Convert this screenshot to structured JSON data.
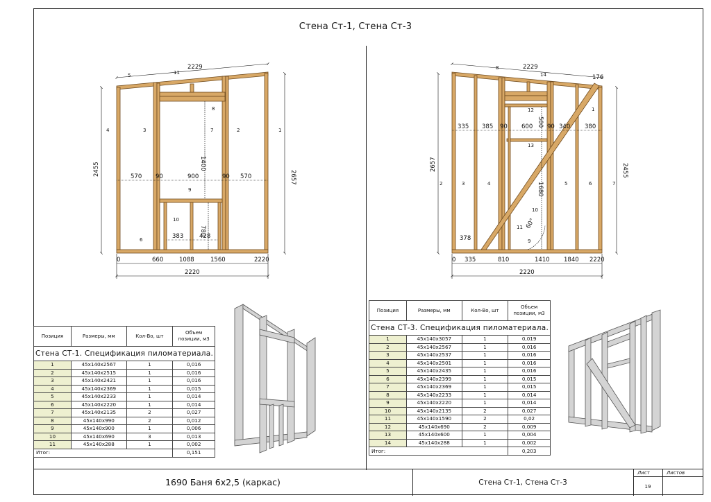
{
  "sheet_title": "Стена Ст-1, Стена Ст-3",
  "left_drawing": {
    "top_width": "2229",
    "heights": {
      "left": "2455",
      "right": "2657",
      "opening_full": "1400",
      "opening_lower": "780"
    },
    "horizontal": [
      "570",
      "90",
      "900",
      "90",
      "570"
    ],
    "lower_spacing": [
      "383",
      "428"
    ],
    "positions": [
      "0",
      "660",
      "1088",
      "1560",
      "2220"
    ],
    "overall": "2220",
    "labels": [
      "1",
      "2",
      "3",
      "4",
      "5",
      "6",
      "7",
      "8",
      "9",
      "10",
      "11"
    ]
  },
  "right_drawing": {
    "top_width": "2229",
    "top_right": "176",
    "heights": {
      "left": "2657",
      "right": "2455",
      "window": "500",
      "door": "1680",
      "brace_bottom": "378"
    },
    "horizontal": [
      "335",
      "385",
      "90",
      "600",
      "90",
      "340",
      "380"
    ],
    "positions": [
      "0",
      "335",
      "810",
      "1410",
      "1840",
      "2220"
    ],
    "overall": "2220",
    "angle": "60°",
    "labels": [
      "1",
      "2",
      "3",
      "4",
      "5",
      "6",
      "7",
      "8",
      "9",
      "10",
      "11",
      "12",
      "13",
      "14"
    ]
  },
  "spec_left": {
    "caption": "Стена СТ-1. Спецификация пиломатериала.",
    "headers": [
      "Позиция",
      "Размеры, мм",
      "Кол-Во, шт",
      "Объем позиции, м3"
    ],
    "rows": [
      [
        "1",
        "45х140х2567",
        "1",
        "0,016"
      ],
      [
        "2",
        "45х140х2515",
        "1",
        "0,016"
      ],
      [
        "3",
        "45х140х2421",
        "1",
        "0,016"
      ],
      [
        "4",
        "45х140х2369",
        "1",
        "0,015"
      ],
      [
        "5",
        "45х140х2233",
        "1",
        "0,014"
      ],
      [
        "6",
        "45х140х2220",
        "1",
        "0,014"
      ],
      [
        "7",
        "45х140х2135",
        "2",
        "0,027"
      ],
      [
        "8",
        "45х140х990",
        "2",
        "0,012"
      ],
      [
        "9",
        "45х140х900",
        "1",
        "0,006"
      ],
      [
        "10",
        "45х140х690",
        "3",
        "0,013"
      ],
      [
        "11",
        "45х140х288",
        "1",
        "0,002"
      ]
    ],
    "total_label": "Итог:",
    "total_value": "0,151"
  },
  "spec_right": {
    "caption": "Стена СТ-3. Спецификация пиломатериала.",
    "headers": [
      "Позиция",
      "Размеры, мм",
      "Кол-Во, шт",
      "Объем позиции, м3"
    ],
    "rows": [
      [
        "1",
        "45х140х3057",
        "1",
        "0,019"
      ],
      [
        "2",
        "45х140х2567",
        "1",
        "0,016"
      ],
      [
        "3",
        "45х140х2537",
        "1",
        "0,016"
      ],
      [
        "4",
        "45х140х2501",
        "1",
        "0,016"
      ],
      [
        "5",
        "45х140х2435",
        "1",
        "0,016"
      ],
      [
        "6",
        "45х140х2399",
        "1",
        "0,015"
      ],
      [
        "7",
        "45х140х2369",
        "1",
        "0,015"
      ],
      [
        "8",
        "45х140х2233",
        "1",
        "0,014"
      ],
      [
        "9",
        "45х140х2220",
        "1",
        "0,014"
      ],
      [
        "10",
        "45х140х2135",
        "2",
        "0,027"
      ],
      [
        "11",
        "45х140х1590",
        "2",
        "0,02"
      ],
      [
        "12",
        "45х140х690",
        "2",
        "0,009"
      ],
      [
        "13",
        "45х140х600",
        "1",
        "0,004"
      ],
      [
        "14",
        "45х140х288",
        "1",
        "0,002"
      ]
    ],
    "total_label": "Итог:",
    "total_value": "0,203"
  },
  "title_block": {
    "project": "1690 Баня 6х2,5 (каркас)",
    "drawing_name": "Стена Ст-1, Стена Ст-3",
    "sheet_label": "Лист",
    "sheets_label": "Листов",
    "sheet_number": "19",
    "sheets_total": ""
  }
}
